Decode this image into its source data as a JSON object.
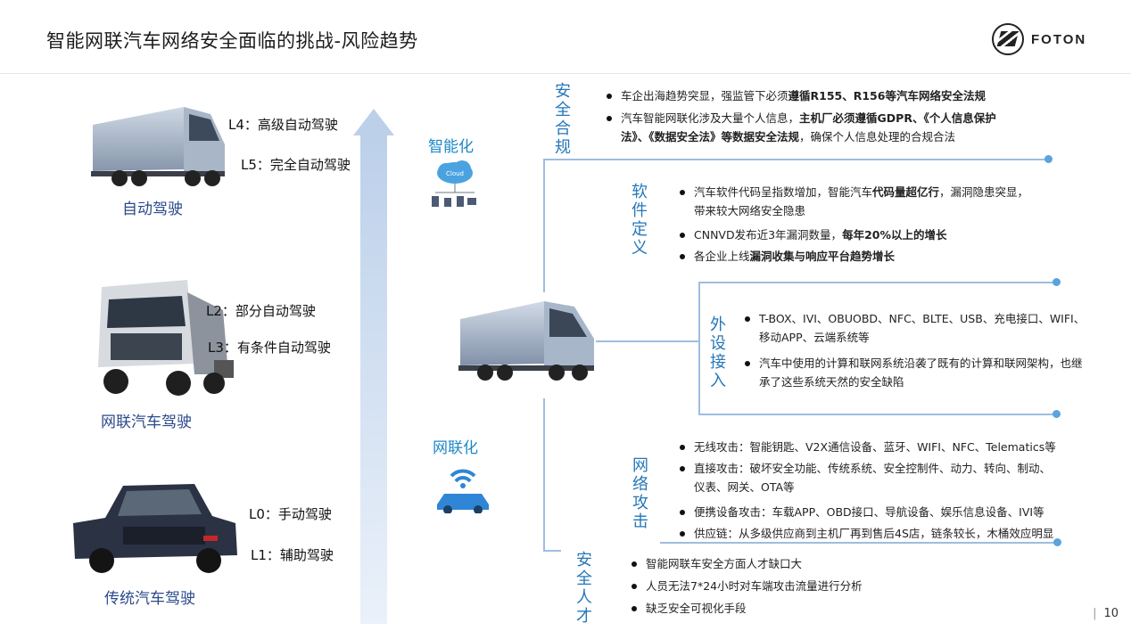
{
  "header": {
    "title": "智能网联汽车网络安全面临的挑战-风险趋势",
    "logo_text": "FOTON"
  },
  "vehicles": [
    {
      "label": "自动驾驶",
      "levels": [
        "L4：高级自动驾驶",
        "L5：完全自动驾驶"
      ]
    },
    {
      "label": "网联汽车驾驶",
      "levels": [
        "L2：部分自动驾驶",
        "L3：有条件自动驾驶"
      ]
    },
    {
      "label": "传统汽车驾驶",
      "levels": [
        "L0：手动驾驶",
        "L1：辅助驾驶"
      ]
    }
  ],
  "side_labels": {
    "smart": "智能化",
    "cloud": "Cloud",
    "connected": "网联化"
  },
  "sections": {
    "compliance": {
      "label": "安全合规",
      "b1": {
        "a": "车企出海趋势突显，强监管下必须",
        "b": "遵循R155、R156等汽车网络安全法规"
      },
      "b2": {
        "a": "汽车智能网联化涉及大量个人信息，",
        "b": "主机厂必须遵循GDPR、《个人信息保护",
        "c": "法》、《数据安全法》等数据安全法规",
        "d": "，确保个人信息处理的合规合法"
      }
    },
    "software": {
      "label": "软件定义",
      "b1": {
        "a": "汽车软件代码呈指数增加，智能汽车",
        "b": "代码量超亿行",
        "c": "，漏洞隐患突显，",
        "d": "带来较大网络安全隐患"
      },
      "b2": {
        "a": "CNNVD发布近3年漏洞数量，",
        "b": "每年20%以上的增长"
      },
      "b3": {
        "a": "各企业上线",
        "b": "漏洞收集与响应平台趋势增长"
      }
    },
    "external": {
      "label": "外设接入",
      "b1": {
        "a": "T-BOX、IVI、OBUOBD、NFC、BLTE、USB、充电接口、WIFI、",
        "b": "移动APP、云端系统等"
      },
      "b2": {
        "a": "汽车中使用的计算和联网系统沿袭了既有的计算和联网架构，也继",
        "b": "承了这些系统天然的安全缺陷"
      }
    },
    "attack": {
      "label": "网络攻击",
      "b1": "无线攻击：智能钥匙、V2X通信设备、蓝牙、WIFI、NFC、Telematics等",
      "b2": {
        "a": "直接攻击：破坏安全功能、传统系统、安全控制件、动力、转向、制动、",
        "b": "仪表、网关、OTA等"
      },
      "b3": "便携设备攻击：车载APP、OBD接口、导航设备、娱乐信息设备、IVI等",
      "b4": "供应链：从多级供应商到主机厂再到售后4S店，链条较长，木桶效应明显"
    },
    "talent": {
      "label": "安全人才",
      "b1": "智能网联车安全方面人才缺口大",
      "b2": "人员无法7*24小时对车端攻击流量进行分析",
      "b3": "缺乏安全可视化手段"
    }
  },
  "footer": {
    "page_number": "10"
  },
  "colors": {
    "accent_blue": "#2677b8",
    "line_blue": "#9fbde0",
    "node_blue": "#5aa3dd"
  }
}
